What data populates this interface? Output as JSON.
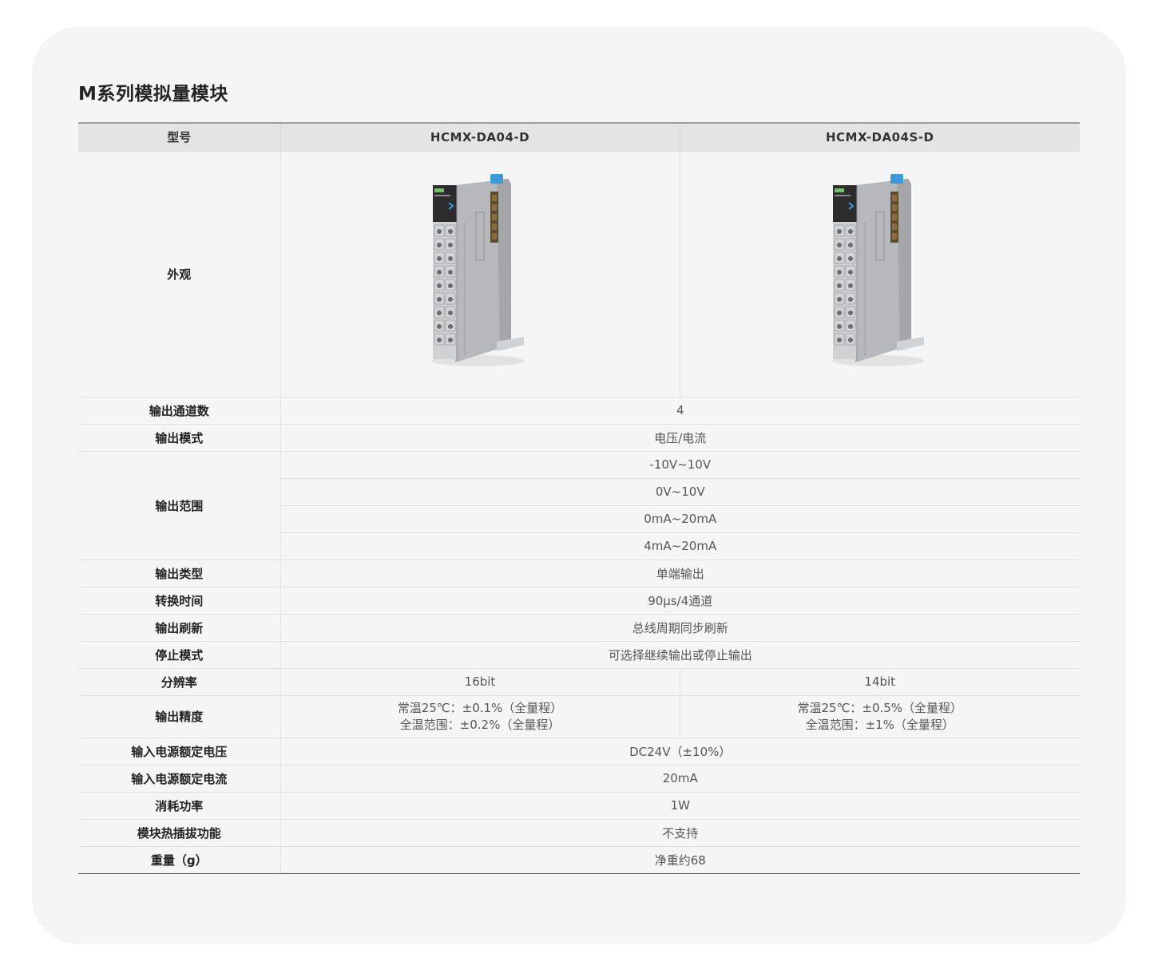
{
  "title": "M系列模拟量模块",
  "header": {
    "label_col": "型号",
    "models": [
      "HCMX-DA04-D",
      "HCMX-DA04S-D"
    ]
  },
  "rows": {
    "appearance": {
      "label": "外观"
    },
    "channels": {
      "label": "输出通道数",
      "value": "4"
    },
    "mode": {
      "label": "输出模式",
      "value": "电压/电流"
    },
    "range": {
      "label": "输出范围",
      "values": [
        "-10V~10V",
        "0V~10V",
        "0mA~20mA",
        "4mA~20mA"
      ]
    },
    "type": {
      "label": "输出类型",
      "value": "单端输出"
    },
    "conversion": {
      "label": "转换时间",
      "value": "90μs/4通道"
    },
    "refresh": {
      "label": "输出刷新",
      "value": "总线周期同步刷新"
    },
    "stop": {
      "label": "停止模式",
      "value": "可选择继续输出或停止输出"
    },
    "resolution": {
      "label": "分辨率",
      "values": [
        "16bit",
        "14bit"
      ]
    },
    "accuracy": {
      "label": "输出精度",
      "values": [
        [
          "常温25℃：±0.1%（全量程）",
          "全温范围：±0.2%（全量程）"
        ],
        [
          "常温25℃：±0.5%（全量程）",
          "全温范围：±1%（全量程）"
        ]
      ]
    },
    "voltage": {
      "label": "输入电源额定电压",
      "value": "DC24V（±10%）"
    },
    "current": {
      "label": "输入电源额定电流",
      "value": "20mA"
    },
    "power": {
      "label": "消耗功率",
      "value": "1W"
    },
    "hotswap": {
      "label": "模块热插拔功能",
      "value": "不支持"
    },
    "weight": {
      "label": "重量（g）",
      "value": "净重约68"
    }
  },
  "colors": {
    "card_bg": "#f5f5f5",
    "header_bg": "#e4e4e4",
    "module_body": "#b6b8bb",
    "module_panel": "#2c2c2c",
    "module_accent": "#3a9bd8",
    "terminal": "#d2d4d6"
  },
  "icons": {
    "module": "io-module-image"
  }
}
